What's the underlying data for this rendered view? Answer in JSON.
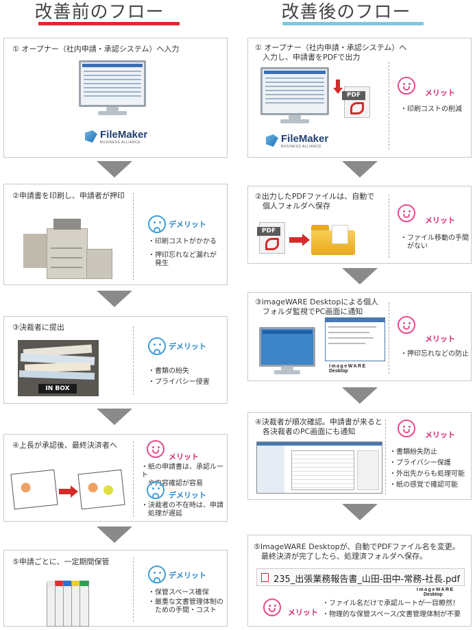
{
  "titles": {
    "before": "改善前のフロー",
    "after": "改善後のフロー"
  },
  "colors": {
    "before_underline": "#e0252f",
    "after_underline": "#7ec8dd",
    "merit": "#d6246e",
    "demerit": "#2a86c8"
  },
  "labels": {
    "merit": "メリット",
    "demerit": "デメリット"
  },
  "logos": {
    "filemaker": "FileMaker",
    "filemaker_sub": "BUSINESS ALLIANCE",
    "pdf": "PDF",
    "imageware": "ImageWARE",
    "imageware_sub": "Desktop",
    "inbox": "IN BOX"
  },
  "before": [
    {
      "step": "① オープナー（社内申請・承認システム）へ入力"
    },
    {
      "step": "②申請書を印刷し、申請者が押印",
      "demerits": [
        "・印刷コストがかかる",
        "・押印忘れなど漏れが\n　発生"
      ]
    },
    {
      "step": "③決裁者に提出",
      "demerits": [
        "・書類の紛失",
        "・プライバシー侵害"
      ]
    },
    {
      "step": "④上長が承認後、最終決済者へ",
      "merits": [
        "・紙の申請書は、承認ルート\n　や内容確認が容易"
      ],
      "demerits": [
        "・決裁者の不在時は、申請\n　処理が遅延"
      ]
    },
    {
      "step": "⑤申請ごとに、一定期間保管",
      "demerits": [
        "・保管スペース確保",
        "・厳重な文書管理体制の\n　ための手間・コスト"
      ]
    }
  ],
  "after": [
    {
      "step": "① オープナー（社内申請・承認システム）へ\n　入力し、申請書をPDFで出力",
      "merits": [
        "・印刷コストの削減"
      ]
    },
    {
      "step": "②出力したPDFファイルは、自動で\n　個人フォルダへ保存",
      "merits": [
        "・ファイル移動の手間\n　がない"
      ]
    },
    {
      "step": "③imageWARE Desktopによる個人\n　フォルダ監視でPC画面に通知",
      "merits": [
        "・押印忘れなどの防止"
      ]
    },
    {
      "step": "④決裁者が順次確認。申請書が来ると\n　各決裁者のPC画面にも通知",
      "merits": [
        "・書類紛失防止",
        "・プライバシー保護",
        "・外出先からも処理可能",
        "・紙の感覚で確認可能"
      ]
    },
    {
      "step": "⑤ImageWARE Desktopが、自動でPDFファイル名を変更。\n　最終決済が完了したら、処理済フォルダへ保存。",
      "filename": "235_出張業務報告書_山田-田中-常務-社長.pdf",
      "merits": [
        "・ファイル名だけで承認ルートが一目瞭然！",
        "・物理的な保管スペース/文書管理体制が不要"
      ]
    }
  ]
}
